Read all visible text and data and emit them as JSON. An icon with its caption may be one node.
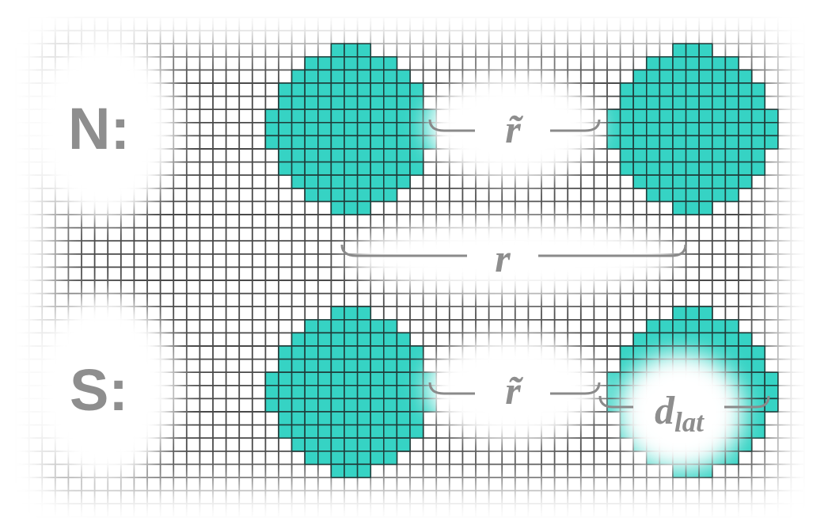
{
  "diagram": {
    "labels": [
      "N:",
      "r̃",
      "r",
      "S:",
      "r̃",
      "d$_{lat}$"
    ]
  }
}
